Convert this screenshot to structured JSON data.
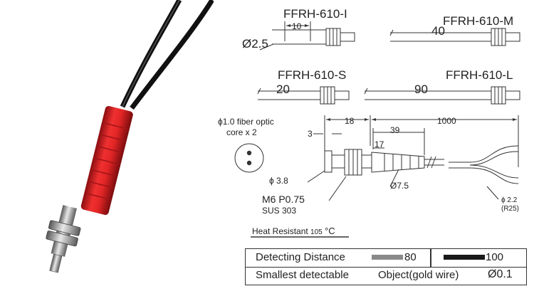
{
  "models": [
    {
      "name": "FFRH-610-I",
      "length": "10"
    },
    {
      "name": "FFRH-610-M",
      "length": "40"
    },
    {
      "name": "FFRH-610-S",
      "length": "20"
    },
    {
      "name": "FFRH-610-L",
      "length": "90"
    }
  ],
  "dims": {
    "tip_diameter": "Ø2.5",
    "fiber_note": "ϕ1.0 fiber optic",
    "fiber_note_2": "core x 2",
    "d18": "18",
    "d1000": "1000",
    "d3": "3",
    "d39": "39",
    "d17": "17",
    "d38": "ϕ 3.8",
    "d75": "Ø7.5",
    "thread": "M6  P0.75",
    "material": "SUS 303",
    "cable_d": "ϕ 2.2",
    "cable_r": "(R25)"
  },
  "heat": {
    "label": "Heat Resistant",
    "value": "105",
    "unit": "°C"
  },
  "table": {
    "row1_label": "Detecting  Distance",
    "val1": "80",
    "val2": "100",
    "row2_label1": "Smallest  detectable",
    "row2_label2": "Object(gold wire)",
    "row2_value": "Ø0.1"
  },
  "colors": {
    "sleeve": "#e02424",
    "cable": "#111111",
    "steel": "#9a9a9a",
    "swatch1": "#8a8a8a",
    "swatch2": "#1a1a1a"
  }
}
